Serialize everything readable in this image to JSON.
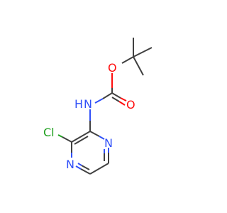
{
  "atoms": {
    "o_ester": {
      "label": "O",
      "color": "#ff0d0d"
    },
    "o_carbonyl": {
      "label": "O",
      "color": "#ff0d0d"
    },
    "n_amide": {
      "label": "N",
      "color": "#3050f8"
    },
    "h_amide": {
      "label": "H",
      "color": "#3050f8"
    },
    "cl": {
      "label": "Cl",
      "color": "#1ea01e"
    },
    "n_ring_1": {
      "label": "N",
      "color": "#3050f8"
    },
    "n_ring_4": {
      "label": "N",
      "color": "#3050f8"
    }
  },
  "colors": {
    "bond": "#404040",
    "background": "#ffffff"
  }
}
